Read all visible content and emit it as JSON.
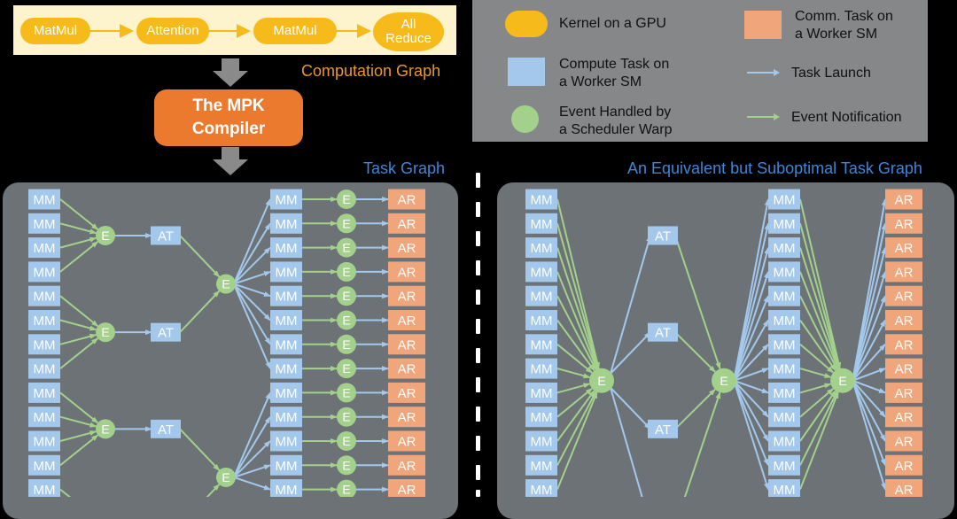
{
  "computation_graph": {
    "kernels": [
      "MatMul",
      "Attention",
      "MatMul",
      "All Reduce"
    ],
    "caption": "Computation Graph"
  },
  "compiler": {
    "line1": "The MPK",
    "line2": "Compiler"
  },
  "task_graph_title": "Task Graph",
  "alt_graph_title": "An Equivalent but Suboptimal Task Graph",
  "legend": {
    "kernel": "Kernel on a GPU",
    "compute_line1": "Compute Task on",
    "compute_line2": "a Worker SM",
    "event_line1": "Event Handled by",
    "event_line2": "a Scheduler Warp",
    "comm_line1": "Comm. Task on",
    "comm_line2": "a Worker SM",
    "task_launch": "Task Launch",
    "event_notification": "Event Notification"
  },
  "node_labels": {
    "mm": "MM",
    "event": "E",
    "attention": "AT",
    "allreduce": "AR"
  },
  "colors": {
    "kernel": "#f6bb1a",
    "compute": "#a3c8ec",
    "event": "#a3d18c",
    "comm": "#f0a57a",
    "launch_arrow": "#a3c8ec",
    "notify_arrow": "#a3d18c",
    "compiler": "#eb7a2e",
    "caption_orange": "#e8962a",
    "caption_blue": "#3f86d4"
  }
}
